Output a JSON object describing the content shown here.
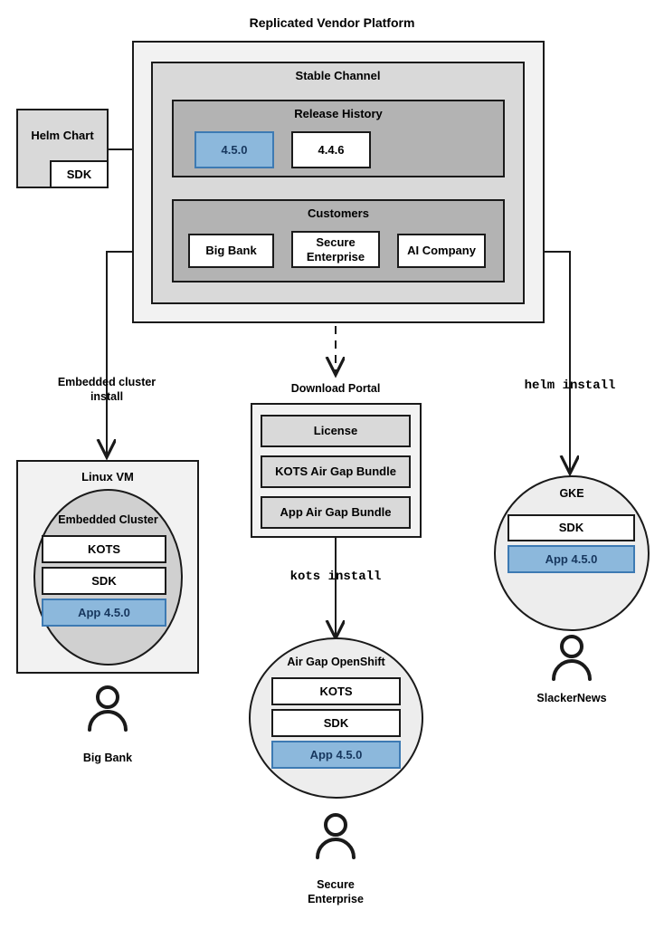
{
  "diagram": {
    "title": "Replicated Vendor Platform",
    "platform": {
      "stable_channel": {
        "title": "Stable Channel",
        "release_history": {
          "title": "Release History",
          "releases": [
            {
              "version": "4.5.0",
              "highlighted": true
            },
            {
              "version": "4.4.6",
              "highlighted": false
            }
          ]
        },
        "customers": {
          "title": "Customers",
          "items": [
            {
              "name": "Big Bank"
            },
            {
              "name": "Secure\nEnterprise"
            },
            {
              "name": "AI Company"
            }
          ]
        }
      }
    },
    "source": {
      "title": "Helm Chart",
      "nested": "SDK"
    },
    "edge_labels": {
      "embedded_cluster_install": "Embedded cluster\ninstall",
      "helm_install": "helm install",
      "kots_install": "kots install"
    },
    "download_portal": {
      "title": "Download Portal",
      "artifacts": [
        "License",
        "KOTS Air Gap Bundle",
        "App Air Gap Bundle"
      ]
    },
    "targets": [
      {
        "id": "linux-vm",
        "title": "Linux VM",
        "inner_title": "Embedded Cluster",
        "components": [
          {
            "label": "KOTS",
            "highlighted": false
          },
          {
            "label": "SDK",
            "highlighted": false
          },
          {
            "label": "App 4.5.0",
            "highlighted": true
          }
        ],
        "actor": "Big Bank"
      },
      {
        "id": "airgap-openshift",
        "title": "Air Gap OpenShift",
        "components": [
          {
            "label": "KOTS",
            "highlighted": false
          },
          {
            "label": "SDK",
            "highlighted": false
          },
          {
            "label": "App 4.5.0",
            "highlighted": true
          }
        ],
        "actor": "Secure\nEnterprise"
      },
      {
        "id": "gke",
        "title": "GKE",
        "components": [
          {
            "label": "SDK",
            "highlighted": false
          },
          {
            "label": "App 4.5.0",
            "highlighted": true
          }
        ],
        "actor": "SlackerNews"
      }
    ],
    "colors": {
      "highlight_fill": "#8cb8dc",
      "highlight_border": "#3d7ab3",
      "highlight_text": "#17375e",
      "platform_outer": "#f2f2f2",
      "channel_fill": "#d9d9d9",
      "section_fill": "#b3b3b3",
      "stroke": "#1a1a1a"
    }
  }
}
